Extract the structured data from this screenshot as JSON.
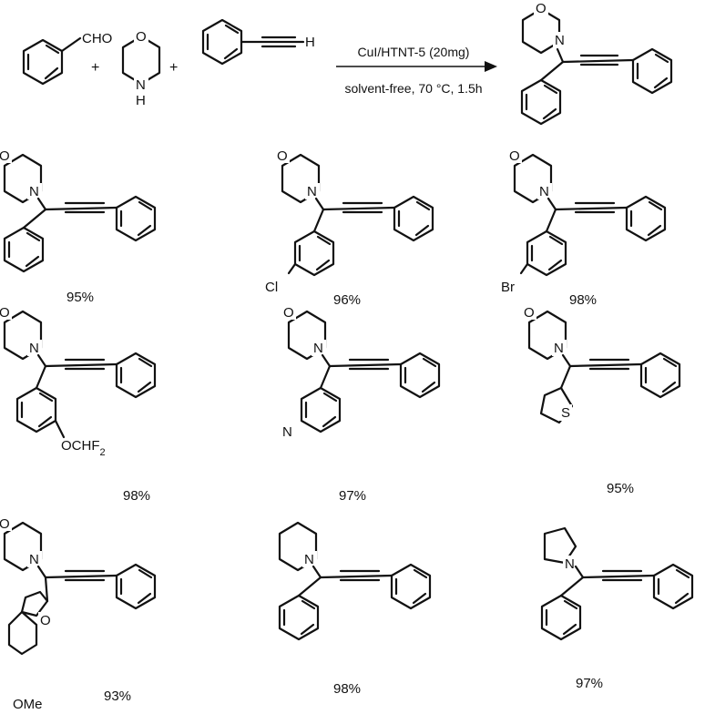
{
  "reaction": {
    "reactants": [
      {
        "name": "benzaldehyde",
        "label": "CHO"
      },
      {
        "name": "morpholine",
        "atoms": [
          "O",
          "N",
          "H"
        ]
      },
      {
        "name": "phenylacetylene",
        "label": "H"
      }
    ],
    "plus": "+",
    "conditions": {
      "above": "CuI/HTNT-5 (20mg)",
      "below": "solvent-free, 70 °C, 1.5h"
    }
  },
  "atoms": {
    "O": "O",
    "N": "N",
    "Cl": "Cl",
    "Br": "Br",
    "S": "S",
    "ring_N": "N",
    "OCHF2": "OCHF",
    "sub2": "2",
    "OMe": "OMe"
  },
  "products": [
    {
      "yield": "95%"
    },
    {
      "yield": "96%"
    },
    {
      "yield": "98%"
    },
    {
      "yield": "98%"
    },
    {
      "yield": "97%"
    },
    {
      "yield": "95%"
    },
    {
      "yield": "93%"
    },
    {
      "yield": "98%"
    },
    {
      "yield": "97%"
    }
  ]
}
